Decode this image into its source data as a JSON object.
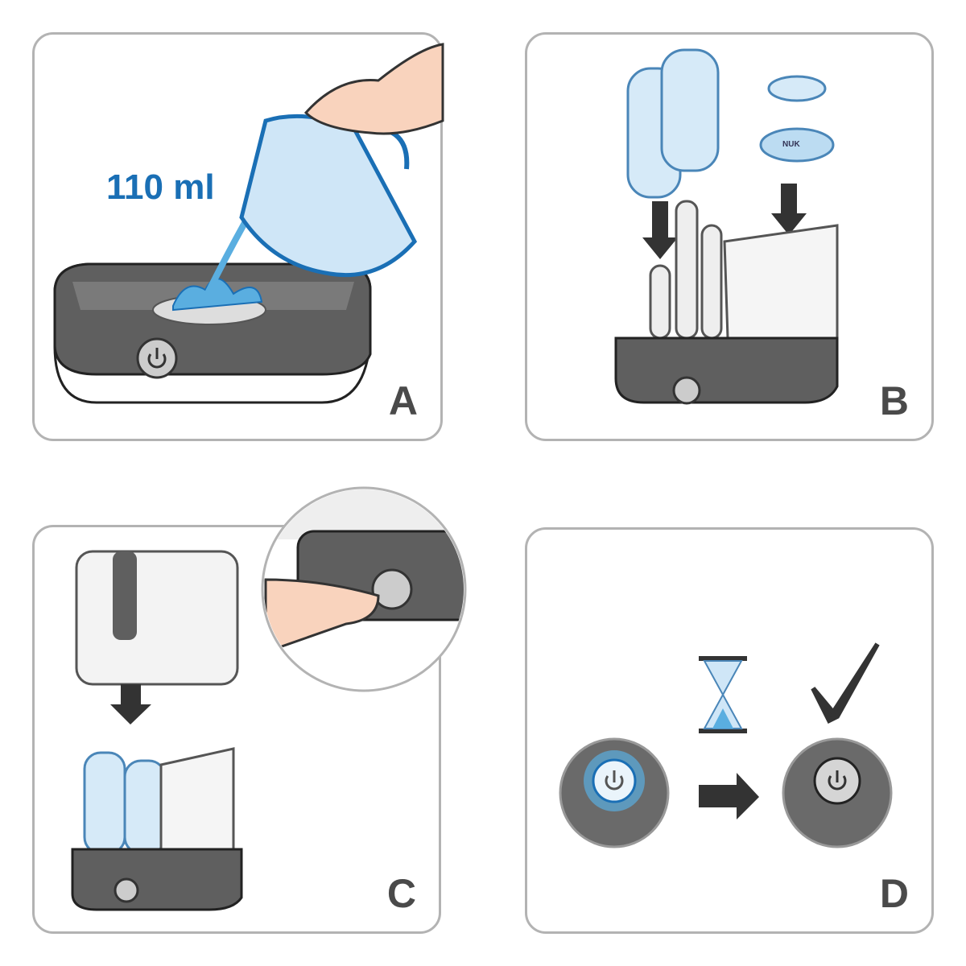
{
  "steps": [
    {
      "letter": "A",
      "label": "110 ml"
    },
    {
      "letter": "B",
      "ring_brand": "NUK"
    },
    {
      "letter": "C"
    },
    {
      "letter": "D"
    }
  ],
  "colors": {
    "device": "#5f5f5f",
    "water": "#5aaee0",
    "outline": "#1a6fb5",
    "border": "#b3b3b3",
    "letter": "#4a4a4a"
  }
}
